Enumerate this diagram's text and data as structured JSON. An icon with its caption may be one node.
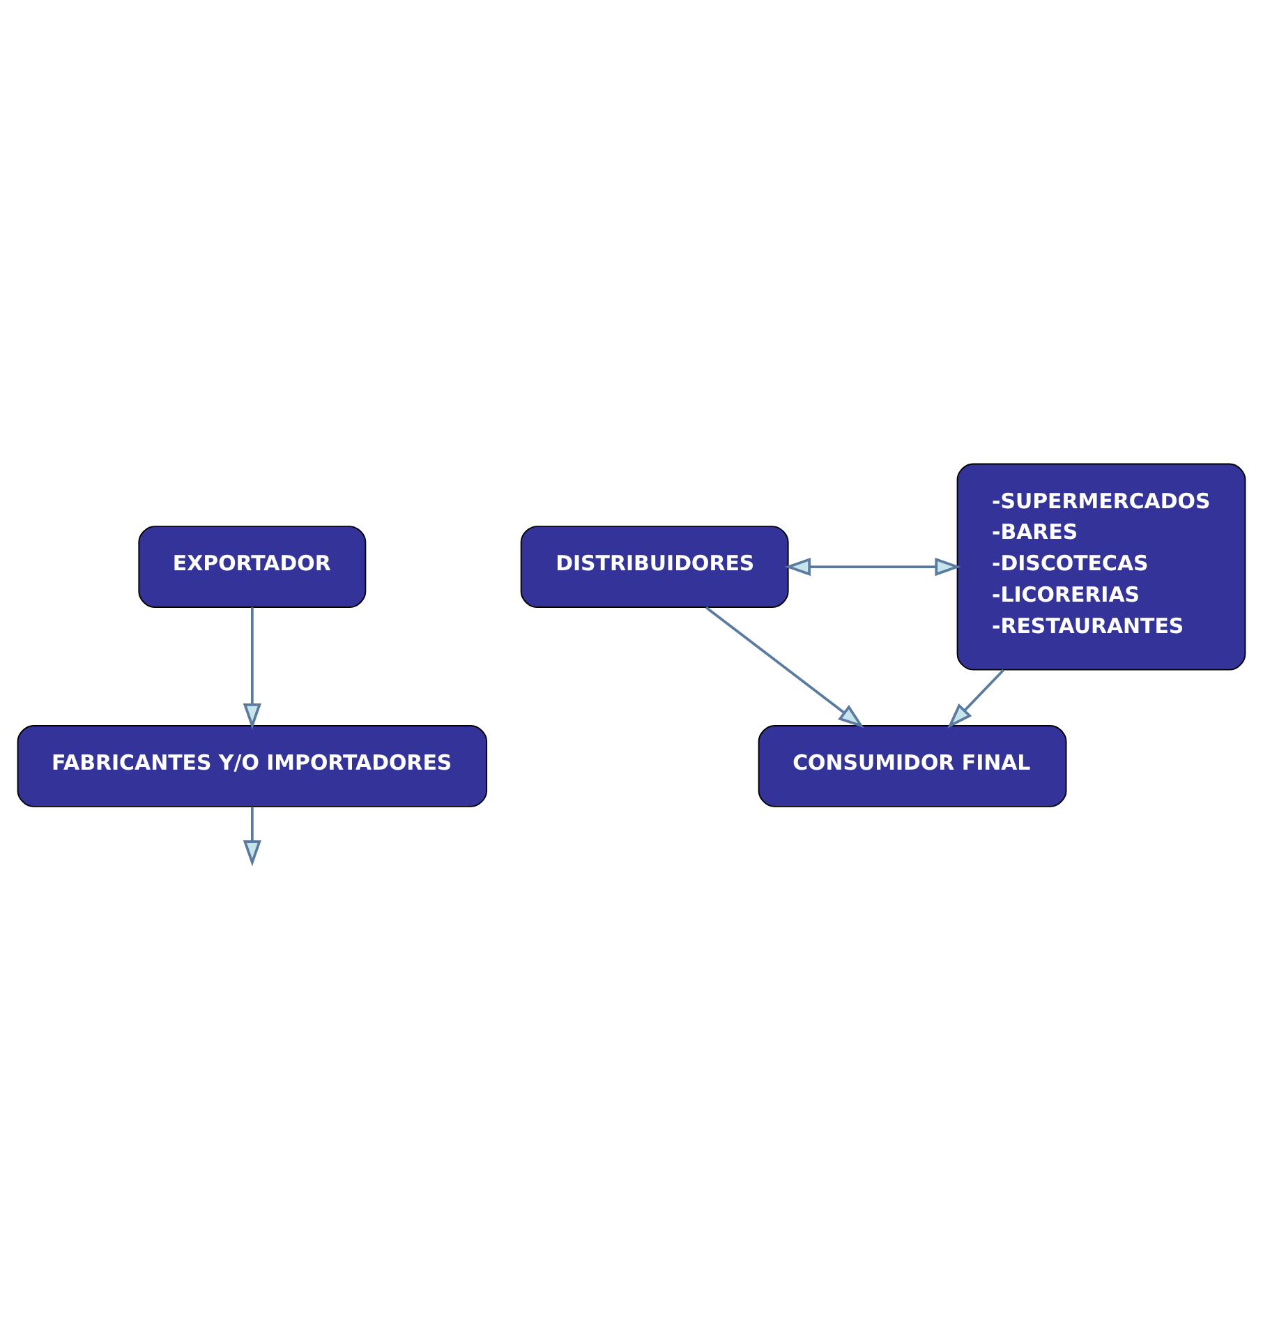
{
  "diagram": {
    "nodes": [
      {
        "text": [
          "EXPORTADOR"
        ]
      },
      {
        "text": [
          "FABRICANTES Y/O IMPORTADORES"
        ]
      },
      {
        "text": [
          "DISTRIBUIDORES"
        ]
      },
      {
        "text": [
          "-SUPERMERCADOS",
          "-BARES",
          "-DISCOTECAS",
          "-LICORERIAS",
          "-RESTAURANTES"
        ]
      },
      {
        "text": [
          "CONSUMIDOR FINAL"
        ]
      }
    ],
    "edges": [
      {
        "from": 0,
        "to": 1,
        "arrow": "to"
      },
      {
        "from": 1,
        "to": null,
        "arrow": "to"
      },
      {
        "from": 2,
        "to": 3,
        "arrow": "both"
      },
      {
        "from": 2,
        "to": 4,
        "arrow": "to"
      },
      {
        "from": 3,
        "to": 4,
        "arrow": "to"
      }
    ]
  }
}
